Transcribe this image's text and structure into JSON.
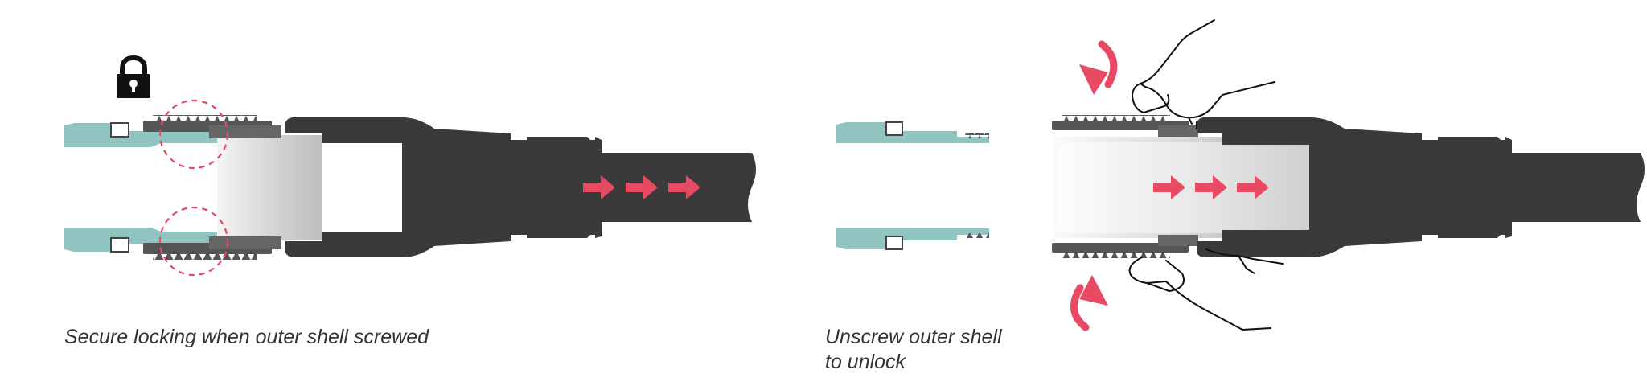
{
  "captions": {
    "locked": "Secure locking when outer shell screwed",
    "unlock_line1": "Unscrew outer shell",
    "unlock_line2": "to unlock"
  },
  "colors": {
    "teal": "#8fc4c0",
    "dark": "#3a3a3a",
    "accent": "#e84a64",
    "grey_light": "#e6e6e6",
    "grey_mid": "#a8a8a8",
    "caption": "#333333"
  },
  "icons": {
    "lock": "padlock-icon",
    "rotate": "curved-arrow-icon",
    "push": "right-arrow-icon",
    "hand": "fingers-outline-icon",
    "detail": "dashed-circle-highlight"
  }
}
